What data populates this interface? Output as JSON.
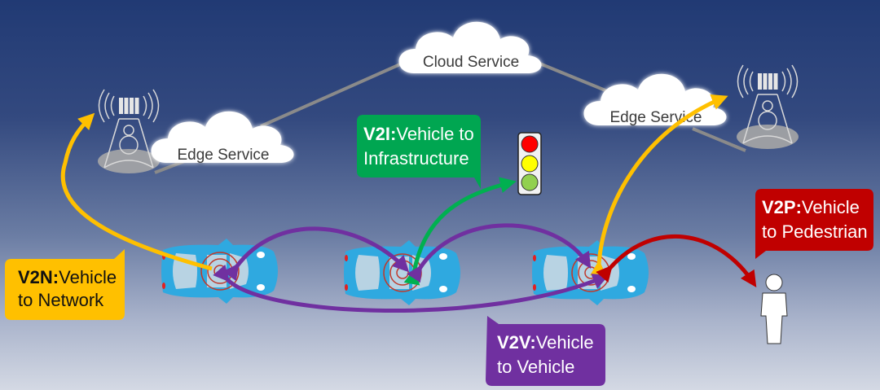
{
  "nodes": {
    "cloud_service": {
      "label": "Cloud Service"
    },
    "edge_left": {
      "label": "Edge Service"
    },
    "edge_right": {
      "label": "Edge Service"
    }
  },
  "bubbles": {
    "v2n": {
      "bold": "V2N:",
      "line1": "Vehicle",
      "line2": "to Network",
      "color": "#ffc000",
      "text_color": "#111111"
    },
    "v2i": {
      "bold": "V2I:",
      "line1": "Vehicle to",
      "line2": "Infrastructure",
      "color": "#00a651",
      "text_color": "#ffffff"
    },
    "v2v": {
      "bold": "V2V:",
      "line1": "Vehicle",
      "line2": "to Vehicle",
      "color": "#7030a0",
      "text_color": "#ffffff"
    },
    "v2p": {
      "bold": "V2P:",
      "line1": "Vehicle",
      "line2": "to Pedestrian",
      "color": "#c00000",
      "text_color": "#ffffff"
    }
  },
  "colors": {
    "v2n_arrow": "#ffc000",
    "v2i_arrow": "#00b050",
    "v2v_arrow": "#7030a0",
    "v2p_arrow": "#c00000",
    "car": "#2fa9e0",
    "link": "#8a8a8a"
  },
  "traffic_light": {
    "lights": [
      "#ff0000",
      "#ffff00",
      "#92d050"
    ]
  },
  "icons": [
    "cell-tower-icon",
    "cloud-icon",
    "car-icon",
    "traffic-light-icon",
    "pedestrian-icon"
  ]
}
